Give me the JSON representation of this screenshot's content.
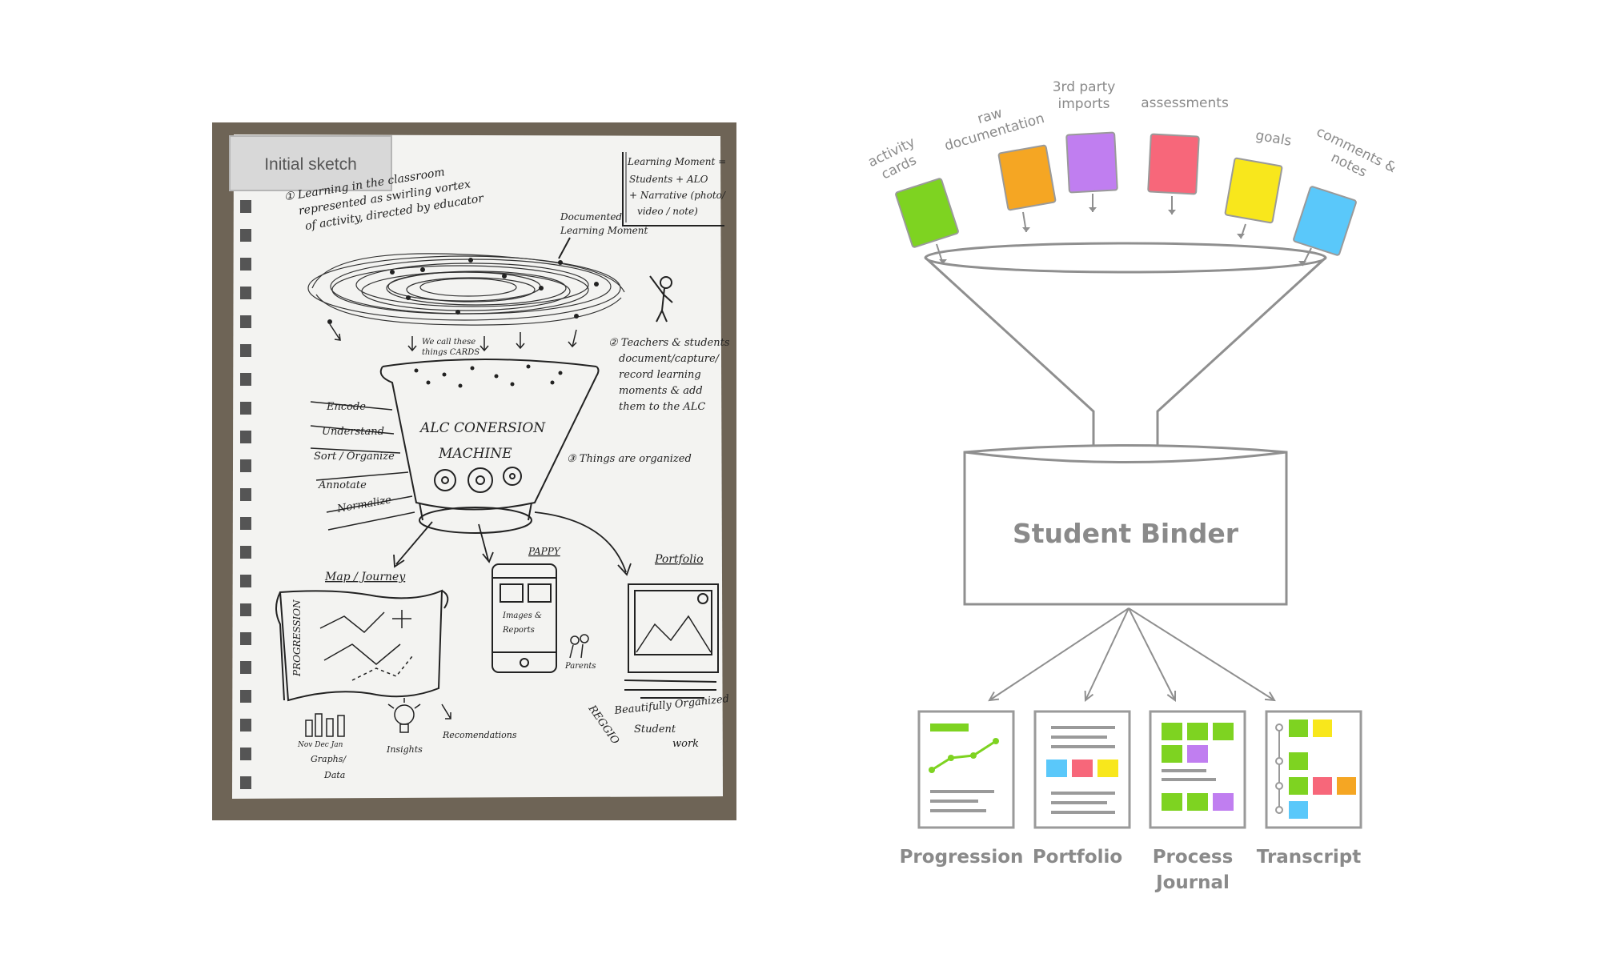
{
  "sketch": {
    "tag": "Initial sketch",
    "notes": {
      "note1_lines": [
        "① Learning in the classroom",
        "represented as swirling vortex",
        "of activity, directed by educator"
      ],
      "learning_moment_lines": [
        "Learning Moment =",
        "Students + ALO",
        "+ Narrative (photo/",
        "video / note)"
      ],
      "documented_lines": [
        "Documented",
        "Learning Moment"
      ],
      "cards_lines": [
        "We call these",
        "things CARDS"
      ],
      "note2_lines": [
        "② Teachers & students",
        "document/capture/",
        "record learning",
        "moments & add",
        "them to the ALC"
      ],
      "machine_lines": [
        "ALC CONERSION",
        "MACHINE"
      ],
      "steps": [
        "Encode",
        "Understand",
        "Sort / Organize",
        "Annotate",
        "Normalize"
      ],
      "note3": "③ Things are organized",
      "map_title": "Map / Journey",
      "progression": "PROGRESSION",
      "pappy": "PAPPY",
      "phone_lines": [
        "Images &",
        "Reports"
      ],
      "parents": "Parents",
      "portfolio": "Portfolio",
      "months": "Nov Dec Jan",
      "graphs_lines": [
        "Graphs/",
        "Data"
      ],
      "insights": "Insights",
      "recommendations": "Recomendations",
      "reggio": "REGGIO",
      "organized_lines": [
        "Beautifully Organized",
        "Student",
        "work"
      ]
    }
  },
  "diagram": {
    "inputs": [
      {
        "label_lines": [
          "activity",
          "cards"
        ],
        "color": "#7ed321"
      },
      {
        "label_lines": [
          "raw",
          "documentation"
        ],
        "color": "#f5a623"
      },
      {
        "label_lines": [
          "3rd party",
          "imports"
        ],
        "color": "#c07ef0"
      },
      {
        "label_lines": [
          "assessments"
        ],
        "color": "#f7677a"
      },
      {
        "label_lines": [
          "goals"
        ],
        "color": "#f8e71c"
      },
      {
        "label_lines": [
          "comments &",
          "notes"
        ],
        "color": "#5ac8fa"
      }
    ],
    "binder_label": "Student Binder",
    "outputs": [
      {
        "label_lines": [
          "Progression"
        ]
      },
      {
        "label_lines": [
          "Portfolio"
        ]
      },
      {
        "label_lines": [
          "Process",
          "Journal"
        ]
      },
      {
        "label_lines": [
          "Transcript"
        ]
      }
    ],
    "colors": {
      "green": "#7ed321",
      "orange": "#f5a623",
      "purple": "#c07ef0",
      "red": "#f7677a",
      "yellow": "#f8e71c",
      "blue": "#5ac8fa",
      "line": "#8f8f8f"
    }
  }
}
